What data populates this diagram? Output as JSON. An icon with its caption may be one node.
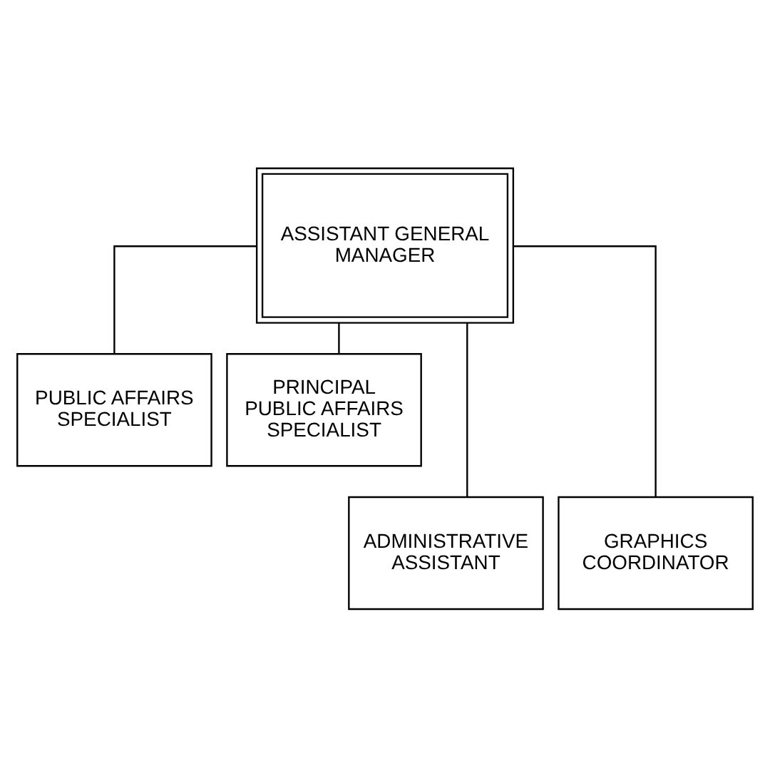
{
  "diagram": {
    "nodes": [
      {
        "text": [
          "ASSISTANT GENERAL MANAGER"
        ]
      },
      {
        "text": [
          "PUBLIC AFFAIRS SPECIALIST"
        ]
      },
      {
        "text": [
          "PRINCIPAL PUBLIC AFFAIRS SPECIALIST"
        ]
      },
      {
        "text": [
          "ADMINISTRATIVE ASSISTANT"
        ]
      },
      {
        "text": [
          "GRAPHICS COORDINATOR"
        ]
      }
    ],
    "edges": [
      {
        "from": 0,
        "to": 1,
        "arrow": "none"
      },
      {
        "from": 0,
        "to": 2,
        "arrow": "none"
      },
      {
        "from": 0,
        "to": 3,
        "arrow": "none"
      },
      {
        "from": 0,
        "to": 4,
        "arrow": "none"
      }
    ]
  }
}
